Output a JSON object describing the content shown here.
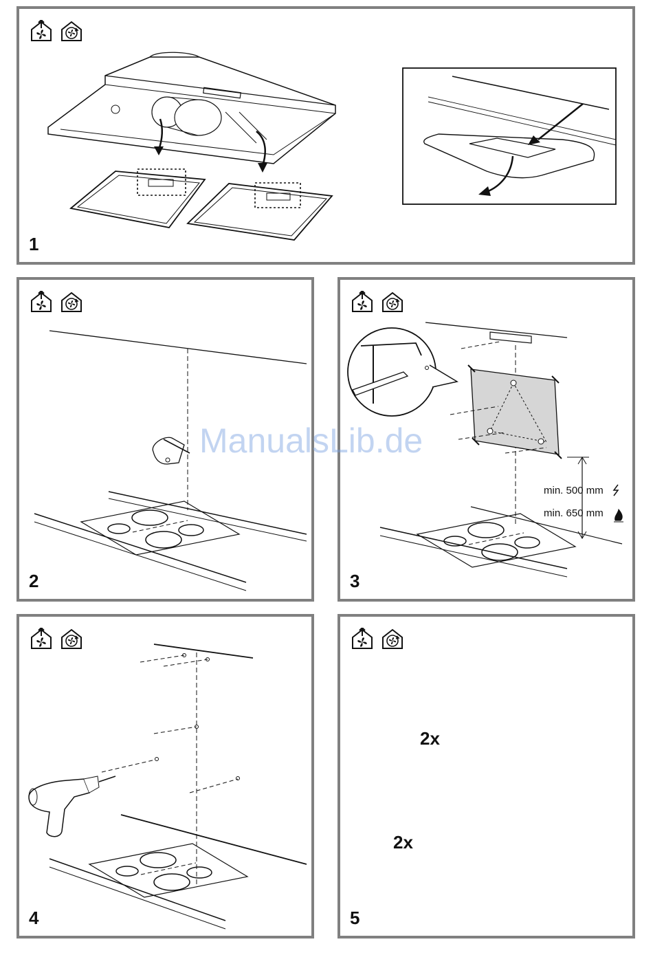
{
  "steps": [
    {
      "number": "1"
    },
    {
      "number": "2"
    },
    {
      "number": "3",
      "dim_electric": "min. 500 mm",
      "dim_gas": "min. 650 mm"
    },
    {
      "number": "4"
    },
    {
      "number": "5",
      "multiplier_1": "2x",
      "multiplier_2": "2x"
    }
  ],
  "icons": [
    "exhaust-air-house-icon",
    "recirculation-house-icon"
  ],
  "watermark": "ManualsLib.de"
}
